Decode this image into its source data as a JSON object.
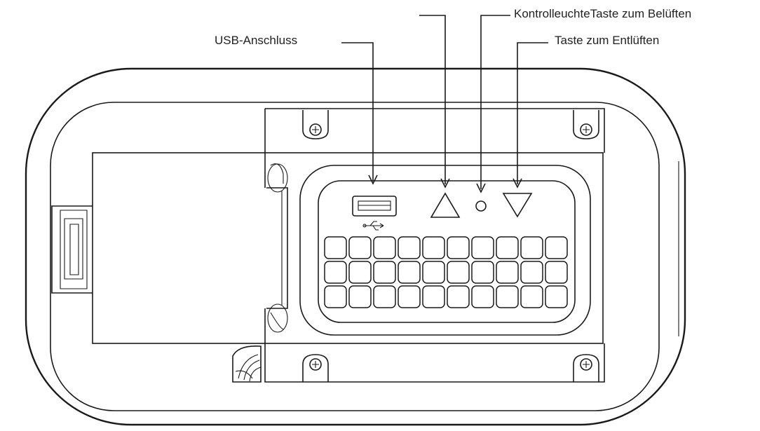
{
  "labels": {
    "usb_port": "USB-Anschluss",
    "indicator_and_inflate": "KontrolleuchteTaste zum Belüften",
    "deflate_button": "Taste zum Entlüften"
  },
  "keypad": {
    "rows": 3,
    "columns": 10
  },
  "colors": {
    "line": "#1a1a1a",
    "background": "#ffffff",
    "text": "#222222"
  },
  "icons": {
    "usb_symbol": "usb-icon",
    "inflate_button": "triangle-up-icon",
    "indicator_light": "circle-icon",
    "deflate_button": "triangle-down-icon",
    "screws": "screw-icon"
  }
}
